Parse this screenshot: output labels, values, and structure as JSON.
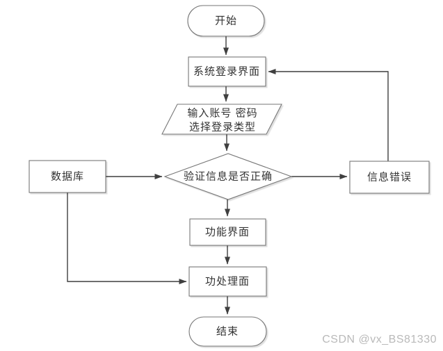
{
  "colors": {
    "background": "#ffffff",
    "shape_fill": "#ffffff",
    "shape_stroke": "#767676",
    "edge_stroke": "#3f3f3f",
    "text": "#333333",
    "watermark": "#b9b9b9"
  },
  "nodes": {
    "start": {
      "type": "terminator",
      "label": "开始"
    },
    "login_screen": {
      "type": "process",
      "label": "系统登录界面"
    },
    "input_credentials": {
      "type": "io",
      "line1": "输入账号 密码",
      "line2": "选择登录类型"
    },
    "verify": {
      "type": "decision",
      "label": "验证信息是否正确"
    },
    "database": {
      "type": "process",
      "label": "数据库"
    },
    "info_error": {
      "type": "process",
      "label": "信息错误"
    },
    "function_screen": {
      "type": "process",
      "label": "功能界面"
    },
    "processing_screen": {
      "type": "process",
      "label": "功处理面"
    },
    "end": {
      "type": "terminator",
      "label": "结束"
    }
  },
  "edges": [
    {
      "from": "start",
      "to": "login_screen"
    },
    {
      "from": "login_screen",
      "to": "input_credentials"
    },
    {
      "from": "input_credentials",
      "to": "verify"
    },
    {
      "from": "database",
      "to": "verify"
    },
    {
      "from": "verify",
      "to": "info_error"
    },
    {
      "from": "info_error",
      "to": "login_screen"
    },
    {
      "from": "verify",
      "to": "function_screen"
    },
    {
      "from": "function_screen",
      "to": "processing_screen"
    },
    {
      "from": "database",
      "to": "processing_screen"
    },
    {
      "from": "processing_screen",
      "to": "end"
    }
  ],
  "watermark": {
    "text": "CSDN @vx_BS81330"
  }
}
